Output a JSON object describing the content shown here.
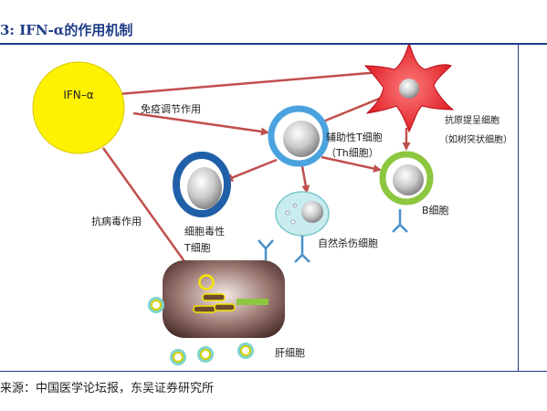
{
  "figure": {
    "title": "3:  IFN-α的作用机制",
    "source": "来源：中国医学论坛报，东吴证券研究所"
  },
  "nodes": {
    "ifn": "IFN–α",
    "apc_line1": "抗原提呈细胞",
    "apc_line2": "（如树突状细胞）",
    "th_line1": "辅助性T细胞",
    "th_line2": "（Th细胞）",
    "b_cell": "B细胞",
    "ctl_line1": "细胞毒性",
    "ctl_line2": "T细胞",
    "nk": "自然杀伤细胞",
    "liver": "肝细胞"
  },
  "edges": {
    "immune": "免疫调节作用",
    "antiviral": "抗病毒作用"
  },
  "colors": {
    "frame": "#1f3c88",
    "ifn": "#fff200",
    "arrow": "#c0504d",
    "th_ring": "#4aa3df",
    "ctl_ring": "#1f5fa8",
    "apc": "#e8232b",
    "b_ring": "#8dc63f",
    "nk": "#c9ecee",
    "liver": "#5a3a36",
    "antibody": "#4a90c8"
  }
}
